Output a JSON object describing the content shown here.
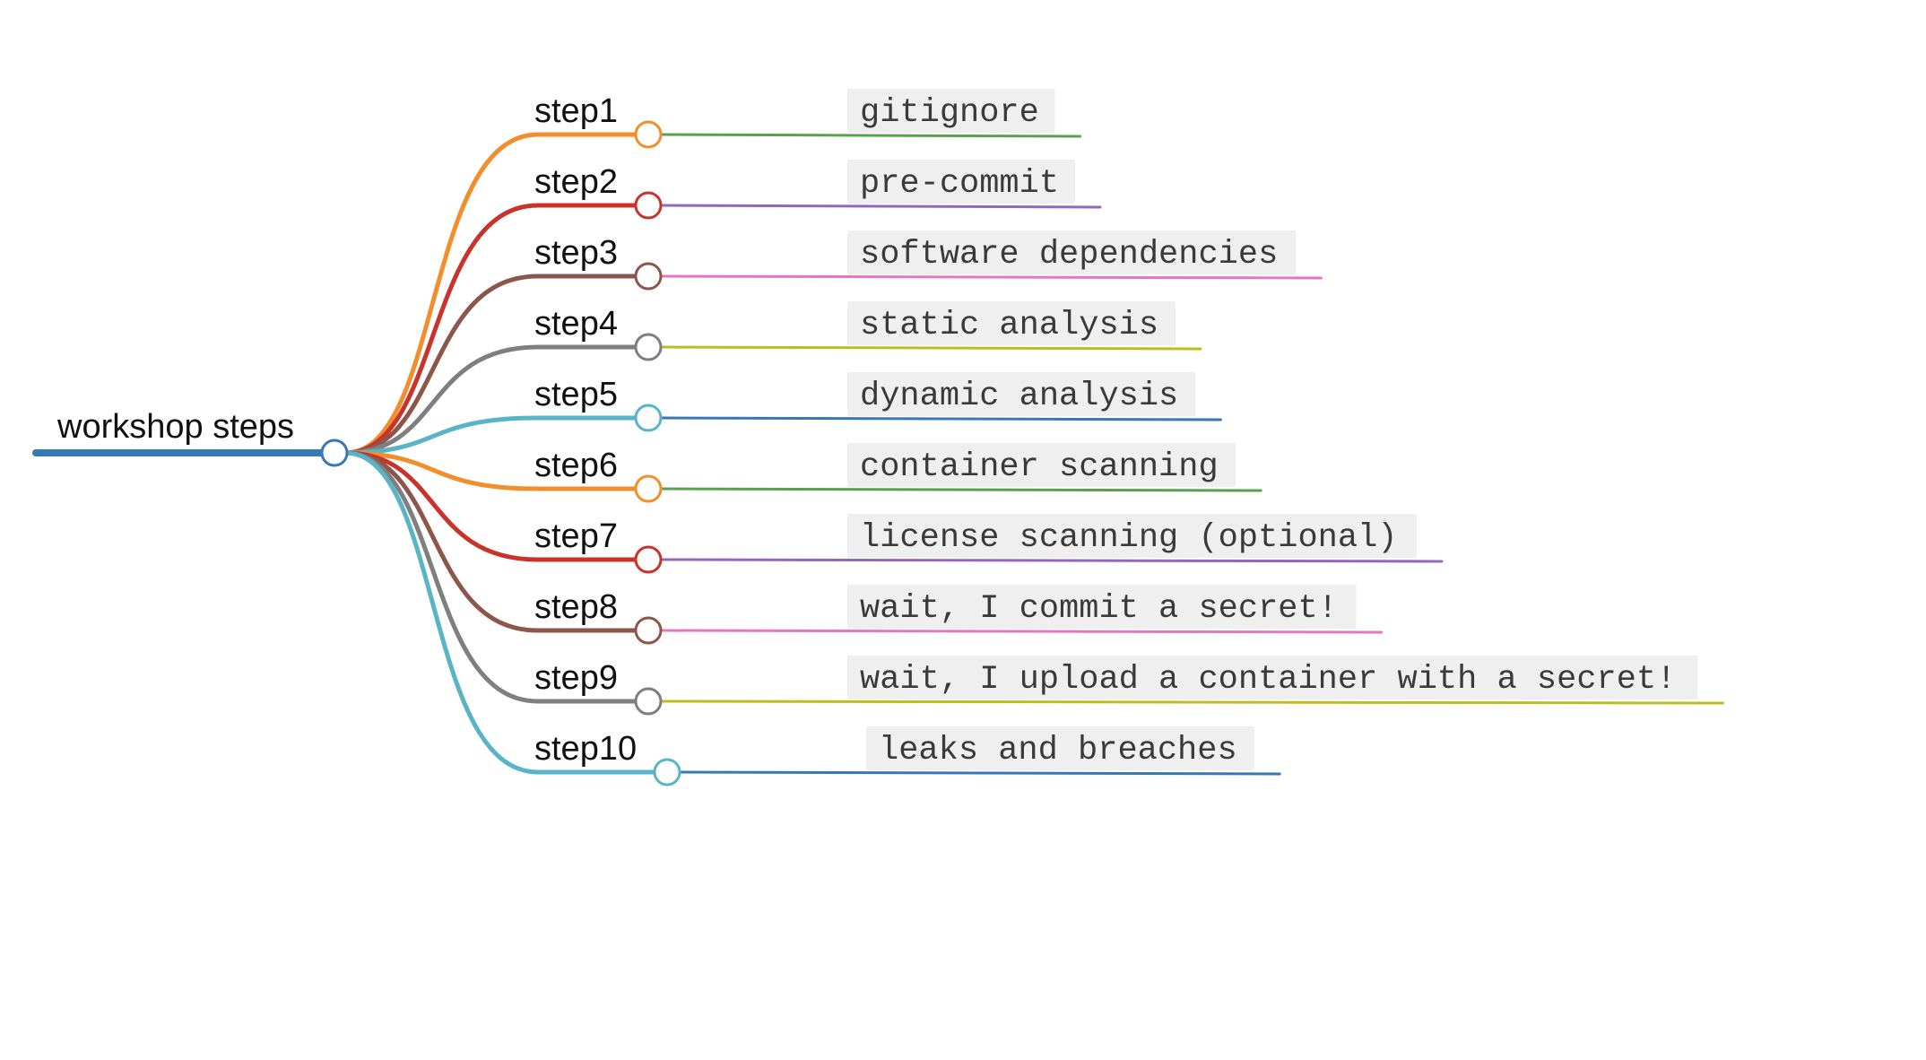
{
  "root": {
    "label": "workshop steps",
    "color": "#3878b4"
  },
  "branches": [
    {
      "label": "step1",
      "color": "#f28e2c",
      "leaf": {
        "label": "gitignore",
        "color": "#59a14f"
      }
    },
    {
      "label": "step2",
      "color": "#c8342c",
      "leaf": {
        "label": "pre-commit",
        "color": "#9467bd"
      }
    },
    {
      "label": "step3",
      "color": "#8c564b",
      "leaf": {
        "label": "software dependencies",
        "color": "#e377c2"
      }
    },
    {
      "label": "step4",
      "color": "#7f7f7f",
      "leaf": {
        "label": "static analysis",
        "color": "#bcbd22"
      }
    },
    {
      "label": "step5",
      "color": "#5ab4c8",
      "leaf": {
        "label": "dynamic analysis",
        "color": "#3878b4"
      }
    },
    {
      "label": "step6",
      "color": "#f28e2c",
      "leaf": {
        "label": "container scanning",
        "color": "#59a14f"
      }
    },
    {
      "label": "step7",
      "color": "#c8342c",
      "leaf": {
        "label": "license scanning (optional)",
        "color": "#9467bd"
      }
    },
    {
      "label": "step8",
      "color": "#8c564b",
      "leaf": {
        "label": "wait, I commit a secret!",
        "color": "#e377c2"
      }
    },
    {
      "label": "step9",
      "color": "#7f7f7f",
      "leaf": {
        "label": "wait, I upload a container with a secret!",
        "color": "#bcbd22"
      }
    },
    {
      "label": "step10",
      "color": "#5ab4c8",
      "leaf": {
        "label": "leaks and breaches",
        "color": "#3878b4"
      }
    }
  ],
  "colors": {
    "leaf_background": "#efefef"
  }
}
